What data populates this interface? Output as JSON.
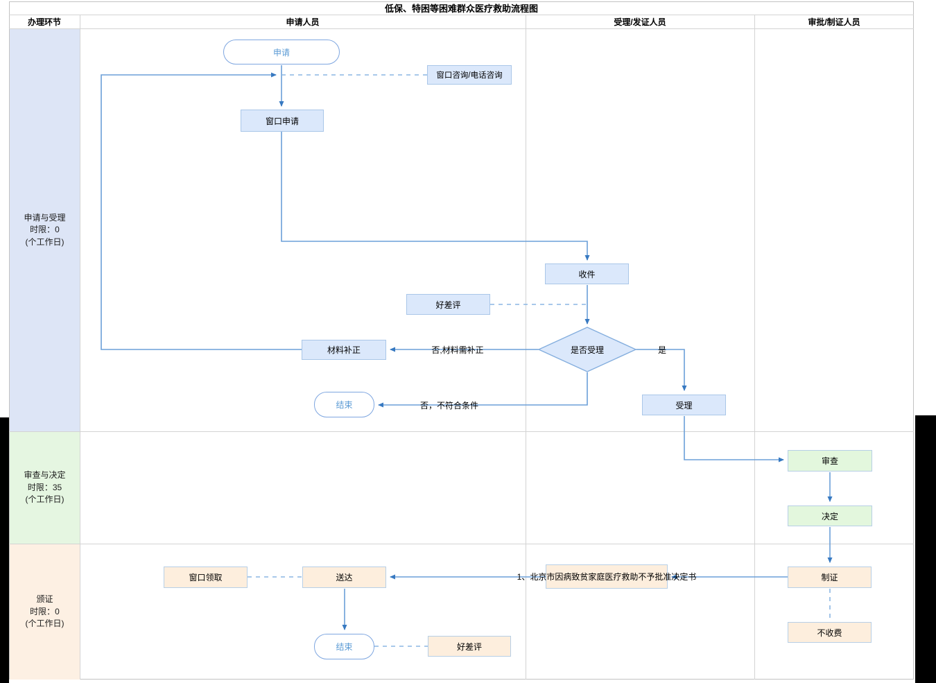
{
  "title": "低保、特困等困难群众医疗救助流程图",
  "columns": {
    "stage": "办理环节",
    "applicant": "申请人员",
    "acceptor": "受理/发证人员",
    "approver": "审批/制证人员"
  },
  "stages": [
    {
      "name": "申请与受理",
      "limit": "时限：0",
      "unit": "(个工作日)"
    },
    {
      "name": "审查与决定",
      "limit": "时限：35",
      "unit": "(个工作日)"
    },
    {
      "name": "颁证",
      "limit": "时限：0",
      "unit": "(个工作日)"
    }
  ],
  "nodes": {
    "start": "申请",
    "consult": "窗口咨询/电话咨询",
    "window_apply": "窗口申请",
    "receive": "收件",
    "rating_top": "好差评",
    "decision": "是否受理",
    "material_fix": "材料补正",
    "end_top": "结束",
    "accept": "受理",
    "review": "审查",
    "decide": "决定",
    "make_cert": "制证",
    "no_fee": "不收费",
    "doc": "1、北京市因病致贫家庭医疗救助不予批准决定书",
    "deliver": "送达",
    "window_pickup": "窗口领取",
    "end_bottom": "结束",
    "rating_bottom": "好差评"
  },
  "edge_labels": {
    "no_fix": "否,材料需补正",
    "no_reject": "否，不符合条件",
    "yes": "是"
  },
  "colors": {
    "line_blue": "#6b9fd8",
    "arrow_blue": "#3779c1",
    "node_blue_fill": "#dbe8fb",
    "node_green_fill": "#e3f7dd",
    "node_orange_fill": "#fdeedd",
    "stage_blue": "#dde5f6",
    "stage_green": "#e5f6e1",
    "stage_orange": "#fdf0e3",
    "pill_text": "#5b9bd5"
  }
}
